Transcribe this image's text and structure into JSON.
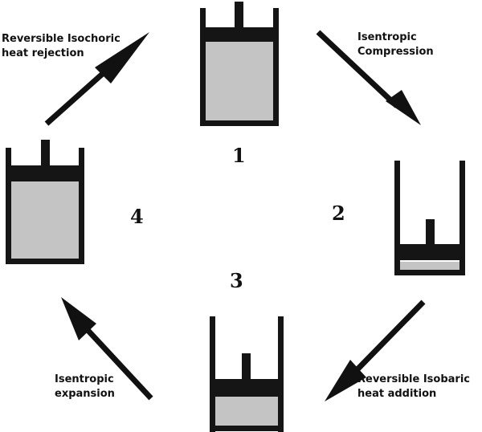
{
  "colors": {
    "wall": "#151515",
    "gas": "#c4c4c4",
    "arrow": "#111111",
    "background": "#ffffff"
  },
  "states": {
    "s1": "1",
    "s2": "2",
    "s3": "3",
    "s4": "4"
  },
  "processes": {
    "compression": {
      "line1": "Isentropic",
      "line2": "Compression"
    },
    "heat_addition": {
      "line1": "Reversible Isobaric",
      "line2": "heat addition"
    },
    "expansion": {
      "line1": "Isentropic",
      "line2": "expansion"
    },
    "heat_rejection": {
      "line1": "Reversible Isochoric",
      "line2": "heat rejection"
    }
  }
}
